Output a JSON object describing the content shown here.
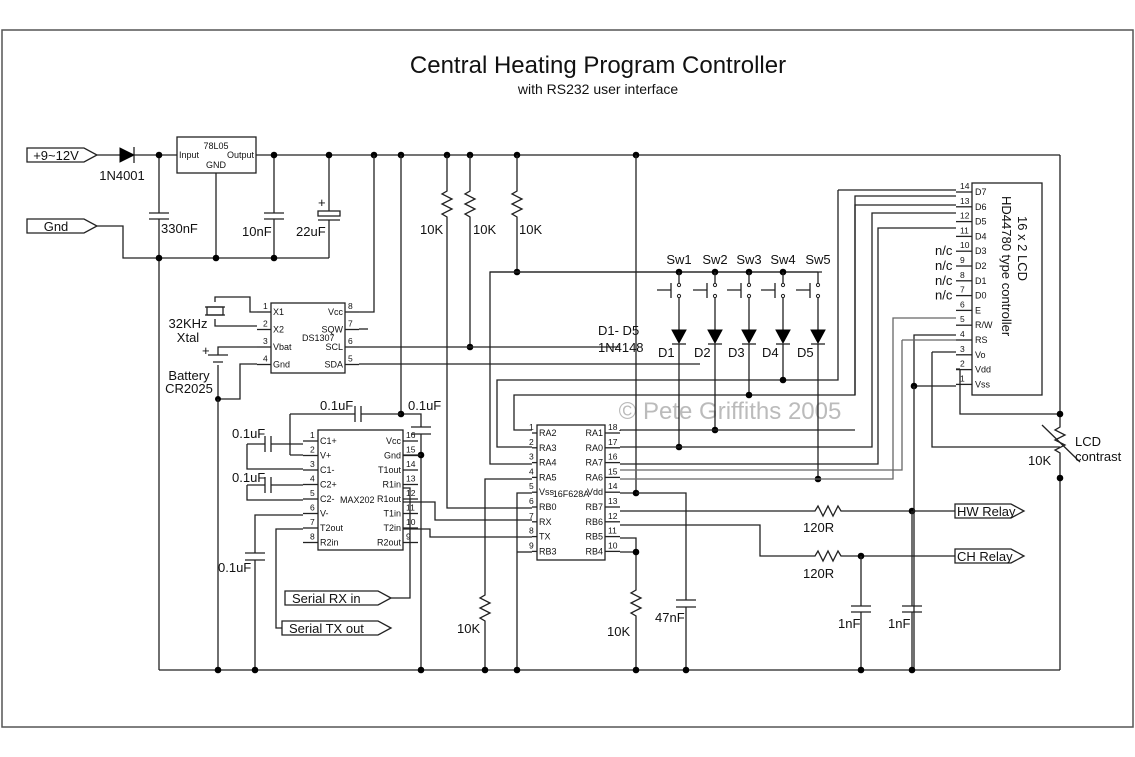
{
  "title": "Central Heating Program Controller",
  "subtitle": "with RS232 user interface",
  "watermark": "© Pete Griffiths 2005",
  "ports": {
    "vin": "+9~12V",
    "gnd": "Gnd",
    "serial_rx": "Serial RX in",
    "serial_tx": "Serial TX out",
    "hw_relay": "HW Relay",
    "ch_relay": "CH Relay"
  },
  "power": {
    "diode": "1N4001",
    "regulator": {
      "name": "78L05",
      "input": "Input",
      "output": "Output",
      "gnd": "GND"
    },
    "c_in": "330nF",
    "c_out": "10nF",
    "c_bulk": "22uF"
  },
  "pullups": [
    "10K",
    "10K",
    "10K"
  ],
  "rtc": {
    "name": "DS1307",
    "xtal": [
      "32KHz",
      "Xtal"
    ],
    "battery": [
      "Battery",
      "CR2025"
    ],
    "left_pins": [
      {
        "n": "1",
        "l": "X1"
      },
      {
        "n": "2",
        "l": "X2"
      },
      {
        "n": "3",
        "l": "Vbat"
      },
      {
        "n": "4",
        "l": "Gnd"
      }
    ],
    "right_pins": [
      {
        "n": "8",
        "l": "Vcc"
      },
      {
        "n": "7",
        "l": "SQW"
      },
      {
        "n": "6",
        "l": "SCL"
      },
      {
        "n": "5",
        "l": "SDA"
      }
    ]
  },
  "max202": {
    "name": "MAX202",
    "caps": [
      "0.1uF",
      "0.1uF",
      "0.1uF",
      "0.1uF",
      "0.1uF"
    ],
    "left_pins": [
      {
        "n": "1",
        "l": "C1+"
      },
      {
        "n": "2",
        "l": "V+"
      },
      {
        "n": "3",
        "l": "C1-"
      },
      {
        "n": "4",
        "l": "C2+"
      },
      {
        "n": "5",
        "l": "C2-"
      },
      {
        "n": "6",
        "l": "V-"
      },
      {
        "n": "7",
        "l": "T2out"
      },
      {
        "n": "8",
        "l": "R2in"
      }
    ],
    "right_pins": [
      {
        "n": "16",
        "l": "Vcc"
      },
      {
        "n": "15",
        "l": "Gnd"
      },
      {
        "n": "14",
        "l": "T1out"
      },
      {
        "n": "13",
        "l": "R1in"
      },
      {
        "n": "12",
        "l": "R1out"
      },
      {
        "n": "11",
        "l": "T1in"
      },
      {
        "n": "10",
        "l": "T2in"
      },
      {
        "n": "9",
        "l": "R2out"
      }
    ]
  },
  "pic": {
    "name": "16F628A",
    "left_pins": [
      {
        "n": "1",
        "l": "RA2"
      },
      {
        "n": "2",
        "l": "RA3"
      },
      {
        "n": "3",
        "l": "RA4"
      },
      {
        "n": "4",
        "l": "RA5"
      },
      {
        "n": "5",
        "l": "Vss"
      },
      {
        "n": "6",
        "l": "RB0"
      },
      {
        "n": "7",
        "l": "RX"
      },
      {
        "n": "8",
        "l": "TX"
      },
      {
        "n": "9",
        "l": "RB3"
      }
    ],
    "right_pins": [
      {
        "n": "18",
        "l": "RA1"
      },
      {
        "n": "17",
        "l": "RA0"
      },
      {
        "n": "16",
        "l": "RA7"
      },
      {
        "n": "15",
        "l": "RA6"
      },
      {
        "n": "14",
        "l": "Vdd"
      },
      {
        "n": "13",
        "l": "RB7"
      },
      {
        "n": "12",
        "l": "RB6"
      },
      {
        "n": "11",
        "l": "RB5"
      },
      {
        "n": "10",
        "l": "RB4"
      }
    ]
  },
  "switches": [
    "Sw1",
    "Sw2",
    "Sw3",
    "Sw4",
    "Sw5"
  ],
  "diodes": {
    "labels": [
      "D1",
      "D2",
      "D3",
      "D4",
      "D5"
    ],
    "note": [
      "D1- D5",
      "1N4148"
    ]
  },
  "lcd": {
    "title": [
      "16 x 2 LCD",
      "HD44780 type controller"
    ],
    "pins": [
      {
        "n": "14",
        "l": "D7"
      },
      {
        "n": "13",
        "l": "D6"
      },
      {
        "n": "12",
        "l": "D5"
      },
      {
        "n": "11",
        "l": "D4"
      },
      {
        "n": "10",
        "l": "D3"
      },
      {
        "n": "9",
        "l": "D2"
      },
      {
        "n": "8",
        "l": "D1"
      },
      {
        "n": "7",
        "l": "D0"
      },
      {
        "n": "6",
        "l": "E"
      },
      {
        "n": "5",
        "l": "R/W"
      },
      {
        "n": "4",
        "l": "RS"
      },
      {
        "n": "3",
        "l": "Vo"
      },
      {
        "n": "2",
        "l": "Vdd"
      },
      {
        "n": "1",
        "l": "Vss"
      }
    ],
    "nc": "n/c",
    "pot": {
      "value": "10K",
      "label": [
        "LCD",
        "contrast"
      ]
    }
  },
  "outputs": {
    "r_hw": "120R",
    "r_ch": "120R",
    "c_ch": "1nF",
    "c_hw": "1nF"
  },
  "bottom": {
    "r_ra5": "10K",
    "r_rb4": "10K",
    "c_mclr": "47nF"
  }
}
